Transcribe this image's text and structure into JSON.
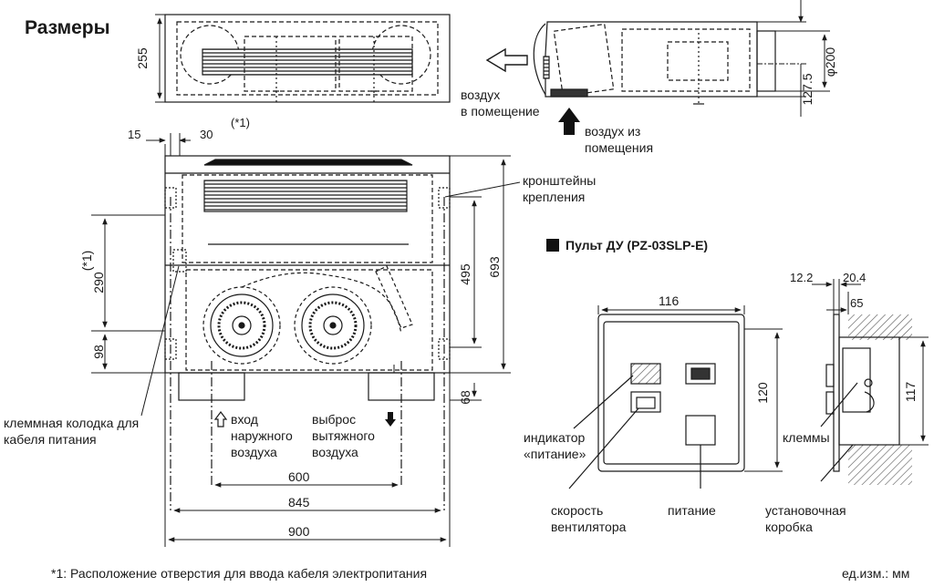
{
  "title": "Размеры",
  "remote_title": "Пульт ДУ (PZ-03SLP-E)",
  "footnote": "*1: Расположение отверстия для ввода кабеля электропитания",
  "units": "ед.изм.: мм",
  "labels": {
    "air_out_1": "воздух",
    "air_out_2": "в помещение",
    "air_in_1": "воздух из",
    "air_in_2": "помещения",
    "brackets_1": "кронштейны",
    "brackets_2": "крепления",
    "terminal_1": "клеммная колодка для",
    "terminal_2": "кабеля питания",
    "inlet_1": "вход",
    "inlet_2": "наружного",
    "inlet_3": "воздуха",
    "exhaust_1": "выброс",
    "exhaust_2": "вытяжного",
    "exhaust_3": "воздуха",
    "indicator_1": "индикатор",
    "indicator_2": "«питание»",
    "fan_speed_1": "скорость",
    "fan_speed_2": "вентилятора",
    "power": "питание",
    "terminals": "клеммы",
    "box_1": "установочная",
    "box_2": "коробка",
    "note_ref": "(*1)",
    "note_ref_v": "(*1)"
  },
  "dimensions": {
    "d255": "255",
    "d15": "15",
    "d30": "30",
    "d290": "290",
    "d98": "98",
    "d495": "495",
    "d693": "693",
    "d68": "68",
    "d600": "600",
    "d845": "845",
    "d900": "900",
    "d127": "127.5",
    "d200": "φ200",
    "d116": "116",
    "d120": "120",
    "d117": "117",
    "d12": "12.2",
    "d20": "20.4",
    "d65": "65"
  }
}
